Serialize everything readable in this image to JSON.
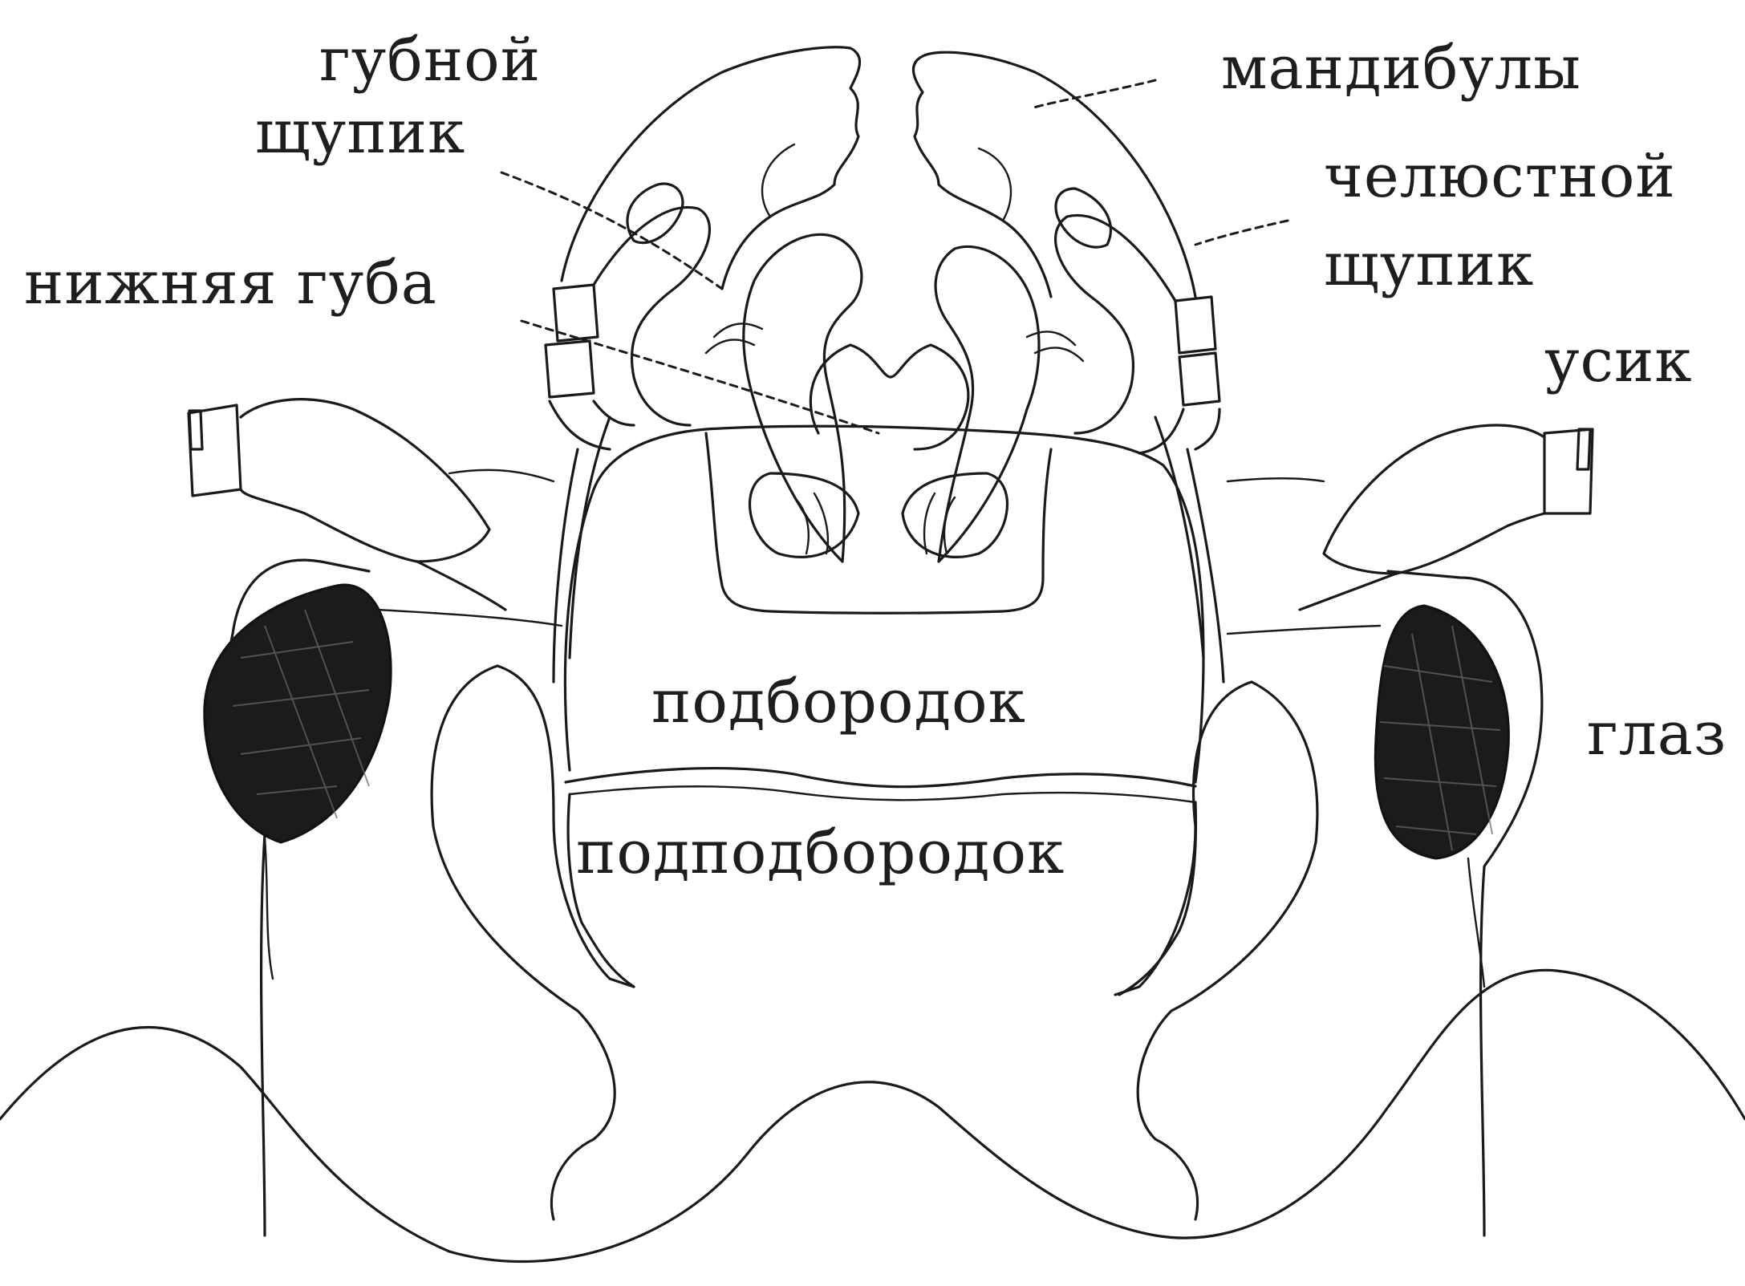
{
  "labels": {
    "labial_palp_line1": "губной",
    "labial_palp_line2": "щупик",
    "lower_lip": "нижняя губа",
    "mandibles": "мандибулы",
    "maxillary_palp_line1": "челюстной",
    "maxillary_palp_line2": "щупик",
    "antenna": "усик",
    "chin": "подбородок",
    "subchin": "подподбородок",
    "eye": "глаз"
  },
  "colors": {
    "line": "#1a1a1a",
    "eye_fill": "#1b1b1b",
    "background": "#ffffff"
  }
}
